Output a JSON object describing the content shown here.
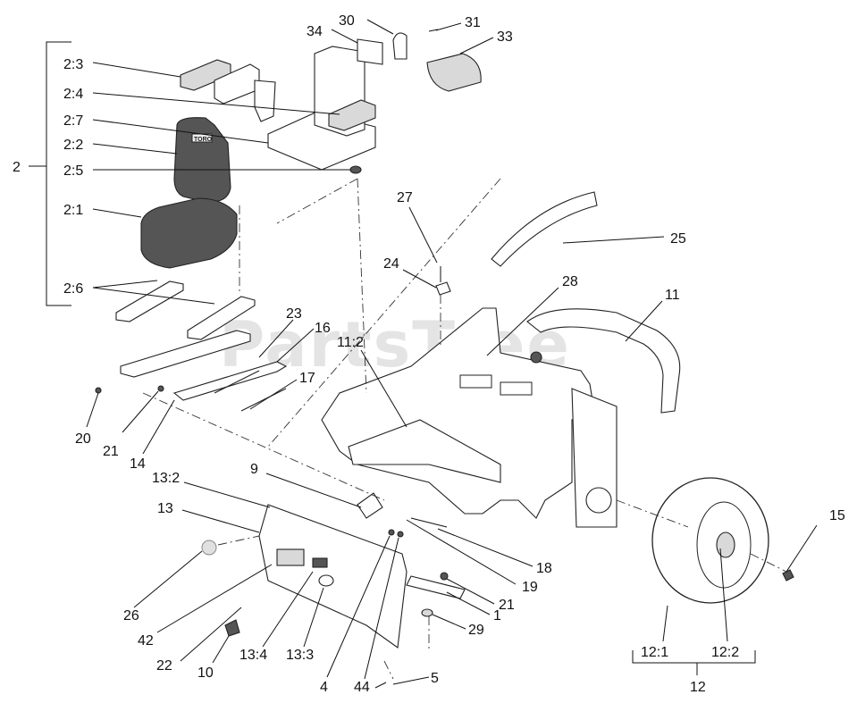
{
  "watermark": {
    "text": "PartsTree",
    "tm": "TM"
  },
  "callouts": {
    "c2": "2",
    "c2_3": "2:3",
    "c2_4": "2:4",
    "c2_7": "2:7",
    "c2_2": "2:2",
    "c2_5": "2:5",
    "c2_1": "2:1",
    "c2_6": "2:6",
    "c30": "30",
    "c31": "31",
    "c34": "34",
    "c33": "33",
    "c27": "27",
    "c25": "25",
    "c24": "24",
    "c28": "28",
    "c11": "11",
    "c23": "23",
    "c16": "16",
    "c11_2": "11:2",
    "c17": "17",
    "c20": "20",
    "c21a": "21",
    "c14": "14",
    "c9": "9",
    "c13_2": "13:2",
    "c13": "13",
    "c26": "26",
    "c42": "42",
    "c22": "22",
    "c10": "10",
    "c13_4": "13:4",
    "c13_3": "13:3",
    "c4": "4",
    "c44": "44",
    "c5": "5",
    "c29": "29",
    "c1": "1",
    "c21b": "21",
    "c19": "19",
    "c18": "18",
    "c15": "15",
    "c12_1": "12:1",
    "c12_2": "12:2",
    "c12": "12"
  },
  "brand_mark": "TORO"
}
